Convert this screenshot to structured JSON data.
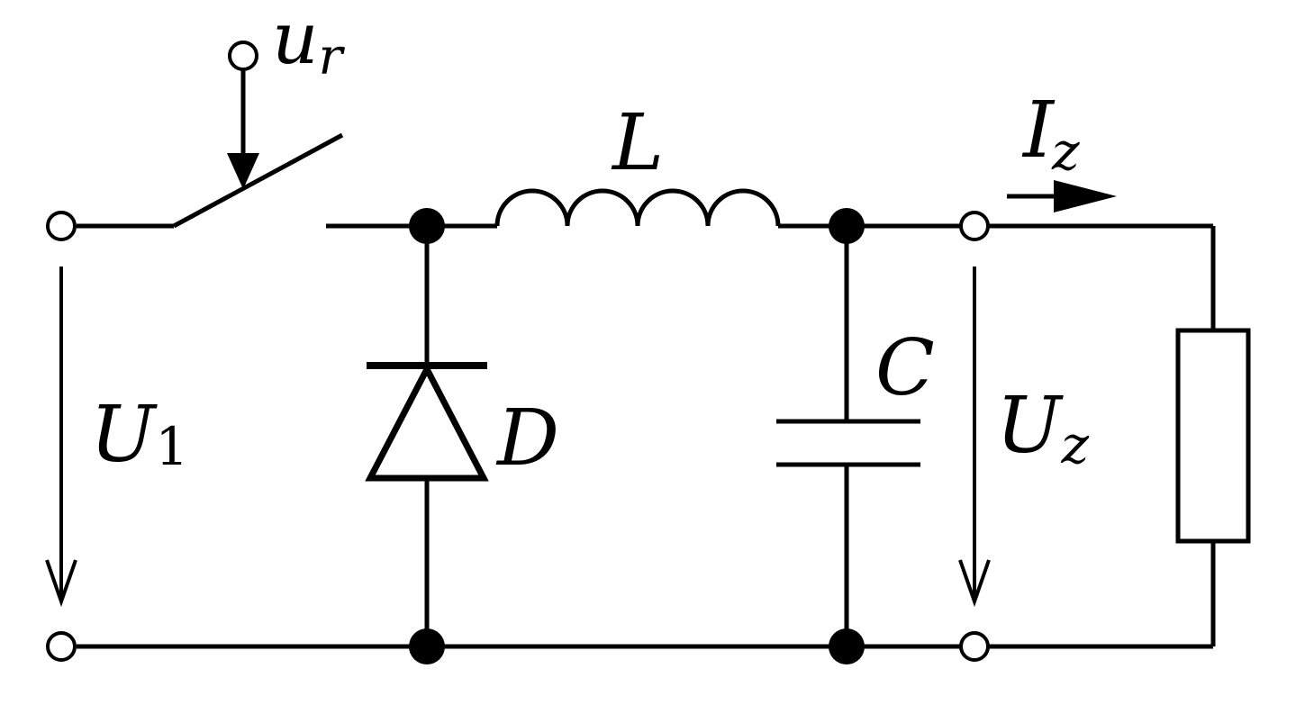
{
  "labels": {
    "control": {
      "main": "u",
      "sub": "r"
    },
    "inductor": "L",
    "load_current": {
      "main": "I",
      "sub": "z"
    },
    "input_voltage": {
      "main": "U",
      "sub": "1"
    },
    "diode": "D",
    "capacitor": "C",
    "output_voltage": {
      "main": "U",
      "sub": "z"
    }
  }
}
